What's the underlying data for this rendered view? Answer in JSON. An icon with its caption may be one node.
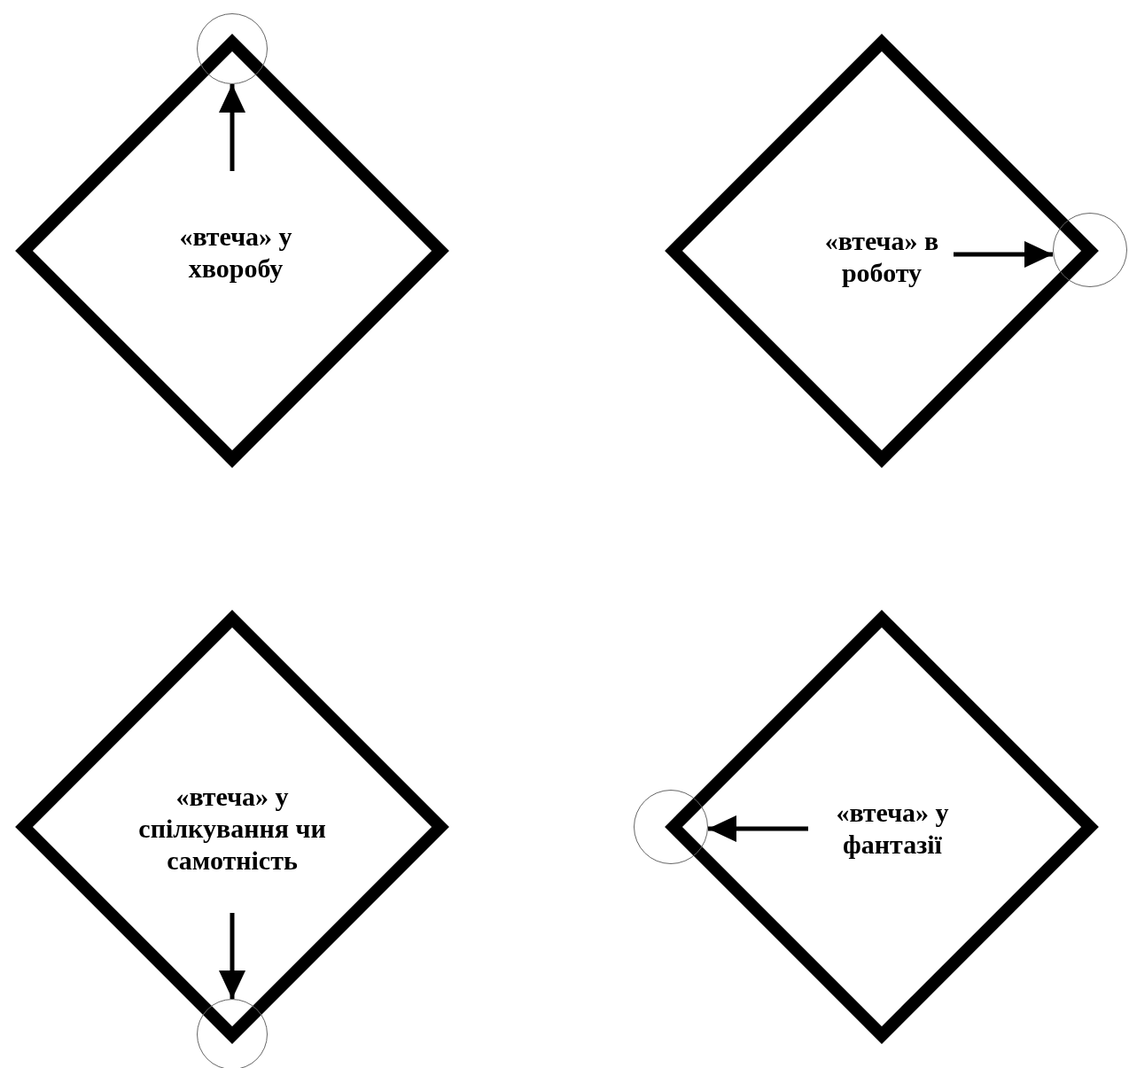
{
  "diagram": {
    "nodes": [
      {
        "text": [
          "«втеча» у хворобу"
        ]
      },
      {
        "text": [],
        "shape": "circle"
      },
      {
        "text": [
          "«втеча» в роботу"
        ]
      },
      {
        "text": [],
        "shape": "circle"
      },
      {
        "text": [
          "«втеча» у спілкування чи самотність"
        ]
      },
      {
        "text": [],
        "shape": "circle"
      },
      {
        "text": [
          "«втеча» у фантазії"
        ]
      },
      {
        "text": [],
        "shape": "circle"
      }
    ],
    "edges": [
      {
        "from": 0,
        "to": 1,
        "arrow": "to"
      },
      {
        "from": 2,
        "to": 3,
        "arrow": "to"
      },
      {
        "from": 4,
        "to": 5,
        "arrow": "to"
      },
      {
        "from": 6,
        "to": 7,
        "arrow": "to"
      }
    ]
  }
}
